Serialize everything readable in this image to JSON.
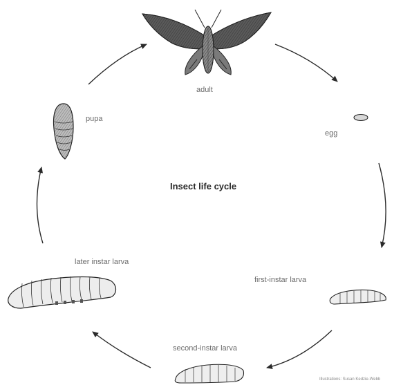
{
  "diagram": {
    "title": "Insect life cycle",
    "stages": [
      {
        "id": "adult",
        "label": "adult"
      },
      {
        "id": "egg",
        "label": "egg"
      },
      {
        "id": "first-instar",
        "label": "first-instar larva"
      },
      {
        "id": "second-instar",
        "label": "second-instar larva"
      },
      {
        "id": "later-instar",
        "label": "later instar larva"
      },
      {
        "id": "pupa",
        "label": "pupa"
      }
    ],
    "credit": "Illustrations: Susan Kedzie-Webb",
    "colors": {
      "ink": "#2a2a2a",
      "label": "#6b6b6b",
      "background": "#ffffff"
    }
  }
}
